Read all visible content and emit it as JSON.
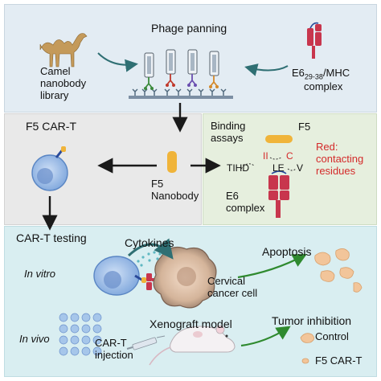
{
  "top": {
    "phage_panning": "Phage panning",
    "library_lines": [
      "Camel",
      "nanobody",
      "library"
    ],
    "target_main": "E6",
    "target_sub": "29-38",
    "target_tail": "/MHC",
    "target_line2": "complex"
  },
  "middle": {
    "cart_title": "F5 CAR-T",
    "nanobody_lines": [
      "F5",
      "Nanobody"
    ],
    "binding_lines": [
      "Binding",
      "assays"
    ],
    "f5_label": "F5",
    "red_lines": [
      "Red:",
      "contacting",
      "residues"
    ],
    "residues": {
      "tihd": "TIHD",
      "ii": "II",
      "c": "C",
      "le": "LE",
      "v": "V"
    },
    "e6_lines": [
      "E6",
      "complex"
    ]
  },
  "bottom": {
    "testing_title": "CAR-T testing",
    "in_vitro": "In vitro",
    "cytokines": "Cytokines",
    "apoptosis": "Apoptosis",
    "cervical_lines": [
      "Cervical",
      "cancer cell"
    ],
    "in_vivo": "In vivo",
    "xenograft": "Xenograft model",
    "injection_lines": [
      "CAR-T",
      "injection"
    ],
    "tumor_inhibition": "Tumor inhibition",
    "control": "Control",
    "f5_cart": "F5 CAR-T"
  },
  "colors": {
    "top_bg": "#e3ecf3",
    "grey_bg": "#e9e9e9",
    "green_bg": "#e6efde",
    "bottom_bg": "#d9eef1",
    "red": "#d42a2a",
    "teal_arrow": "#2f6f73",
    "green_arrow": "#2f8a2f",
    "receptor": "#c8364d",
    "nanobody": "#f0b43a",
    "cell_blue": "#7ea6dc"
  }
}
